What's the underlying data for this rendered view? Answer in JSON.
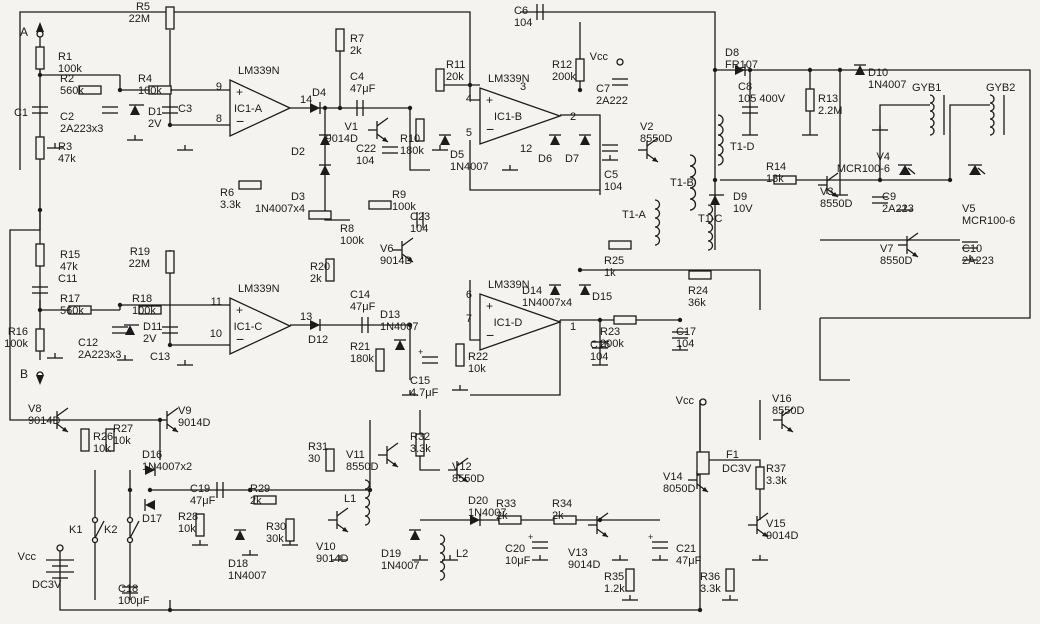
{
  "colors": {
    "background": "#f4f3ef",
    "ink": "#1b1b1b"
  },
  "nets": {
    "a": "A",
    "b": "B",
    "vcc": "Vcc"
  },
  "comparators": [
    {
      "id": "ic1a",
      "name": "IC1-A",
      "part": "LM339N",
      "pins": [
        "9",
        "8",
        "14"
      ]
    },
    {
      "id": "ic1b",
      "name": "IC1-B",
      "part": "LM339N",
      "pins": [
        "4",
        "5",
        "2",
        "3",
        "12"
      ]
    },
    {
      "id": "ic1c",
      "name": "IC1-C",
      "part": "LM339N",
      "pins": [
        "11",
        "10",
        "13"
      ]
    },
    {
      "id": "ic1d",
      "name": "IC1-D",
      "part": "LM339N",
      "pins": [
        "6",
        "7",
        "1"
      ]
    }
  ],
  "resistors": [
    {
      "id": "r1",
      "name": "R1",
      "value": "100k"
    },
    {
      "id": "r2",
      "name": "R2",
      "value": "560k"
    },
    {
      "id": "r3",
      "name": "R3",
      "value": "47k"
    },
    {
      "id": "r4",
      "name": "R4",
      "value": "100k"
    },
    {
      "id": "r5",
      "name": "R5",
      "value": "22M"
    },
    {
      "id": "r6",
      "name": "R6",
      "value": "3.3k"
    },
    {
      "id": "r7",
      "name": "R7",
      "value": "2k"
    },
    {
      "id": "r8",
      "name": "R8",
      "value": "100k"
    },
    {
      "id": "r9",
      "name": "R9",
      "value": "100k"
    },
    {
      "id": "r10",
      "name": "R10",
      "value": "180k"
    },
    {
      "id": "r11",
      "name": "R11",
      "value": "20k"
    },
    {
      "id": "r12",
      "name": "R12",
      "value": "200k"
    },
    {
      "id": "r13",
      "name": "R13",
      "value": "2.2M"
    },
    {
      "id": "r14",
      "name": "R14",
      "value": "13k"
    },
    {
      "id": "r15",
      "name": "R15",
      "value": "47k"
    },
    {
      "id": "r16",
      "name": "R16",
      "value": "100k"
    },
    {
      "id": "r17",
      "name": "R17",
      "value": "560k"
    },
    {
      "id": "r18",
      "name": "R18",
      "value": "100k"
    },
    {
      "id": "r19",
      "name": "R19",
      "value": "22M"
    },
    {
      "id": "r20",
      "name": "R20",
      "value": "2k"
    },
    {
      "id": "r21",
      "name": "R21",
      "value": "180k"
    },
    {
      "id": "r22",
      "name": "R22",
      "value": "10k"
    },
    {
      "id": "r23",
      "name": "R23",
      "value": "200k"
    },
    {
      "id": "r24",
      "name": "R24",
      "value": "36k"
    },
    {
      "id": "r25",
      "name": "R25",
      "value": "1k"
    },
    {
      "id": "r26",
      "name": "R26",
      "value": "10k"
    },
    {
      "id": "r27",
      "name": "R27",
      "value": "10k"
    },
    {
      "id": "r28",
      "name": "R28",
      "value": "10k"
    },
    {
      "id": "r29",
      "name": "R29",
      "value": "2k"
    },
    {
      "id": "r30",
      "name": "R30",
      "value": "30k"
    },
    {
      "id": "r31",
      "name": "R31",
      "value": "30"
    },
    {
      "id": "r32",
      "name": "R32",
      "value": "3.3k"
    },
    {
      "id": "r33",
      "name": "R33",
      "value": "2k"
    },
    {
      "id": "r34",
      "name": "R34",
      "value": "2k"
    },
    {
      "id": "r35",
      "name": "R35",
      "value": "1.2k"
    },
    {
      "id": "r36",
      "name": "R36",
      "value": "3.3k"
    },
    {
      "id": "r37",
      "name": "R37",
      "value": "3.3k"
    }
  ],
  "capacitors": [
    {
      "id": "c1",
      "name": "C1",
      "value": ""
    },
    {
      "id": "c2",
      "name": "C2",
      "value": "2A223x3"
    },
    {
      "id": "c3",
      "name": "C3",
      "value": ""
    },
    {
      "id": "c4",
      "name": "C4",
      "value": "47μF"
    },
    {
      "id": "c5",
      "name": "C5",
      "value": "104"
    },
    {
      "id": "c6",
      "name": "C6",
      "value": "104"
    },
    {
      "id": "c7",
      "name": "C7",
      "value": "2A222"
    },
    {
      "id": "c8",
      "name": "C8",
      "value": "105 400V"
    },
    {
      "id": "c9",
      "name": "C9",
      "value": "2A223"
    },
    {
      "id": "c10",
      "name": "C10",
      "value": "2A223"
    },
    {
      "id": "c11",
      "name": "C11",
      "value": ""
    },
    {
      "id": "c12",
      "name": "C12",
      "value": "2A223x3"
    },
    {
      "id": "c13",
      "name": "C13",
      "value": ""
    },
    {
      "id": "c14",
      "name": "C14",
      "value": "47μF"
    },
    {
      "id": "c15",
      "name": "C15",
      "value": "4.7μF"
    },
    {
      "id": "c16",
      "name": "C16",
      "value": "104"
    },
    {
      "id": "c17",
      "name": "C17",
      "value": "104"
    },
    {
      "id": "c18",
      "name": "C18",
      "value": "100μF"
    },
    {
      "id": "c19",
      "name": "C19",
      "value": "47μF"
    },
    {
      "id": "c20",
      "name": "C20",
      "value": "10μF"
    },
    {
      "id": "c21",
      "name": "C21",
      "value": "47μF"
    },
    {
      "id": "c22",
      "name": "C22",
      "value": "104"
    },
    {
      "id": "c23",
      "name": "C23",
      "value": "104"
    }
  ],
  "diodes": [
    {
      "id": "d1",
      "name": "D1",
      "value": "2V"
    },
    {
      "id": "d2",
      "name": "D2",
      "value": ""
    },
    {
      "id": "d3",
      "name": "D3",
      "value": "1N4007x4"
    },
    {
      "id": "d4",
      "name": "D4",
      "value": ""
    },
    {
      "id": "d5",
      "name": "D5",
      "value": "1N4007"
    },
    {
      "id": "d6",
      "name": "D6",
      "value": ""
    },
    {
      "id": "d7",
      "name": "D7",
      "value": ""
    },
    {
      "id": "d8",
      "name": "D8",
      "value": "FR107"
    },
    {
      "id": "d9",
      "name": "D9",
      "value": "10V"
    },
    {
      "id": "d10",
      "name": "D10",
      "value": "1N4007"
    },
    {
      "id": "d11",
      "name": "D11",
      "value": "2V"
    },
    {
      "id": "d12",
      "name": "D12",
      "value": ""
    },
    {
      "id": "d13",
      "name": "D13",
      "value": "1N4007"
    },
    {
      "id": "d14",
      "name": "D14",
      "value": "1N4007x4"
    },
    {
      "id": "d15",
      "name": "D15",
      "value": ""
    },
    {
      "id": "d16",
      "name": "D16",
      "value": "1N4007x2"
    },
    {
      "id": "d17",
      "name": "D17",
      "value": ""
    },
    {
      "id": "d18",
      "name": "D18",
      "value": "1N4007"
    },
    {
      "id": "d19",
      "name": "D19",
      "value": "1N4007"
    },
    {
      "id": "d20",
      "name": "D20",
      "value": "1N4007"
    }
  ],
  "transistors": [
    {
      "id": "v1",
      "name": "V1",
      "value": "9014D"
    },
    {
      "id": "v2",
      "name": "V2",
      "value": "8550D"
    },
    {
      "id": "v3",
      "name": "V3",
      "value": "8550D"
    },
    {
      "id": "v6",
      "name": "V6",
      "value": "9014D"
    },
    {
      "id": "v7",
      "name": "V7",
      "value": "8550D"
    },
    {
      "id": "v8",
      "name": "V8",
      "value": "9014D"
    },
    {
      "id": "v9",
      "name": "V9",
      "value": "9014D"
    },
    {
      "id": "v10",
      "name": "V10",
      "value": "9014D"
    },
    {
      "id": "v11",
      "name": "V11",
      "value": "8550D"
    },
    {
      "id": "v12",
      "name": "V12",
      "value": "8550D"
    },
    {
      "id": "v13",
      "name": "V13",
      "value": "9014D"
    },
    {
      "id": "v14",
      "name": "V14",
      "value": "8050D"
    },
    {
      "id": "v15",
      "name": "V15",
      "value": "9014D"
    },
    {
      "id": "v16",
      "name": "V16",
      "value": "8550D"
    }
  ],
  "thyristors": [
    {
      "id": "v4",
      "name": "V4",
      "value": "MCR100-6"
    },
    {
      "id": "v5",
      "name": "V5",
      "value": "MCR100-6"
    }
  ],
  "magnetics": [
    {
      "id": "t1a",
      "name": "T1-A"
    },
    {
      "id": "t1b",
      "name": "T1-B"
    },
    {
      "id": "t1c",
      "name": "T1-C"
    },
    {
      "id": "t1d",
      "name": "T1-D"
    },
    {
      "id": "l1",
      "name": "L1"
    },
    {
      "id": "l2",
      "name": "L2"
    },
    {
      "id": "gyb1",
      "name": "GYB1"
    },
    {
      "id": "gyb2",
      "name": "GYB2"
    }
  ],
  "switches": [
    {
      "id": "k1",
      "name": "K1"
    },
    {
      "id": "k2",
      "name": "K2"
    }
  ],
  "misc": {
    "fuse": {
      "name": "F1",
      "value": "DC3V"
    },
    "battery": {
      "value": "DC3V"
    }
  }
}
